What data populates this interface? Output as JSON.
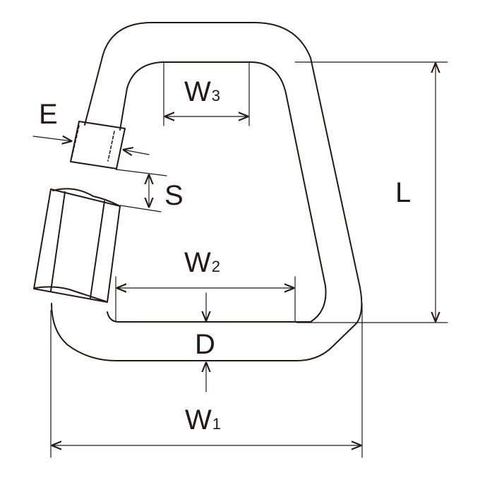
{
  "dimensions": {
    "W1": {
      "main": "W",
      "sub": "1"
    },
    "W2": {
      "main": "W",
      "sub": "2"
    },
    "W3": {
      "main": "W",
      "sub": "3"
    },
    "L": {
      "main": "L"
    },
    "D": {
      "main": "D"
    },
    "E": {
      "main": "E"
    },
    "S": {
      "main": "S"
    }
  },
  "colors": {
    "stroke": "#231815",
    "background": "#ffffff"
  }
}
